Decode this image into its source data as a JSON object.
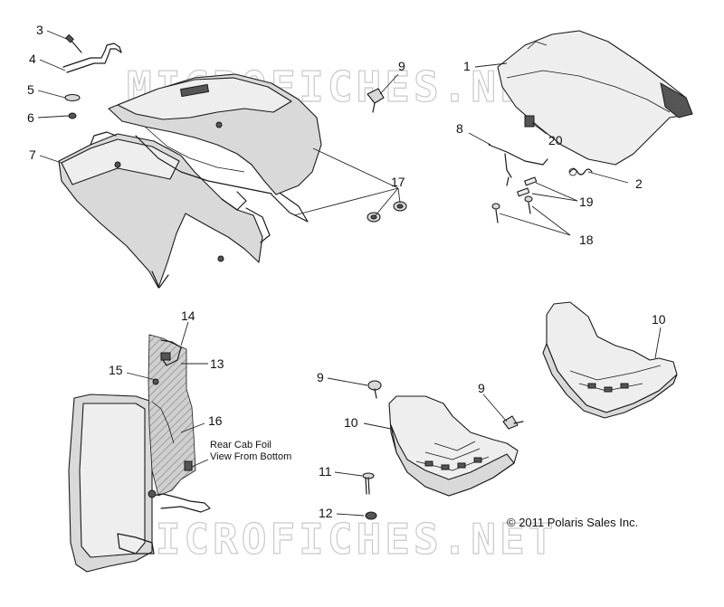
{
  "watermark": "MICROFICHES.NET",
  "callouts": [
    {
      "id": "c3",
      "label": "3"
    },
    {
      "id": "c4",
      "label": "4"
    },
    {
      "id": "c5",
      "label": "5"
    },
    {
      "id": "c6",
      "label": "6"
    },
    {
      "id": "c7",
      "label": "7"
    },
    {
      "id": "c9a",
      "label": "9"
    },
    {
      "id": "c1",
      "label": "1"
    },
    {
      "id": "c8",
      "label": "8"
    },
    {
      "id": "c20",
      "label": "20"
    },
    {
      "id": "c2",
      "label": "2"
    },
    {
      "id": "c19",
      "label": "19"
    },
    {
      "id": "c17",
      "label": "17"
    },
    {
      "id": "c18",
      "label": "18"
    },
    {
      "id": "c14",
      "label": "14"
    },
    {
      "id": "c13",
      "label": "13"
    },
    {
      "id": "c15",
      "label": "15"
    },
    {
      "id": "c16",
      "label": "16"
    },
    {
      "id": "c9b",
      "label": "9"
    },
    {
      "id": "c9c",
      "label": "9"
    },
    {
      "id": "c10a",
      "label": "10"
    },
    {
      "id": "c10b",
      "label": "10"
    },
    {
      "id": "c11",
      "label": "11"
    },
    {
      "id": "c12",
      "label": "12"
    }
  ],
  "note": {
    "line1": "Rear Cab Foil",
    "line2": "View From Bottom"
  },
  "copyright": "© 2011 Polaris Sales Inc."
}
